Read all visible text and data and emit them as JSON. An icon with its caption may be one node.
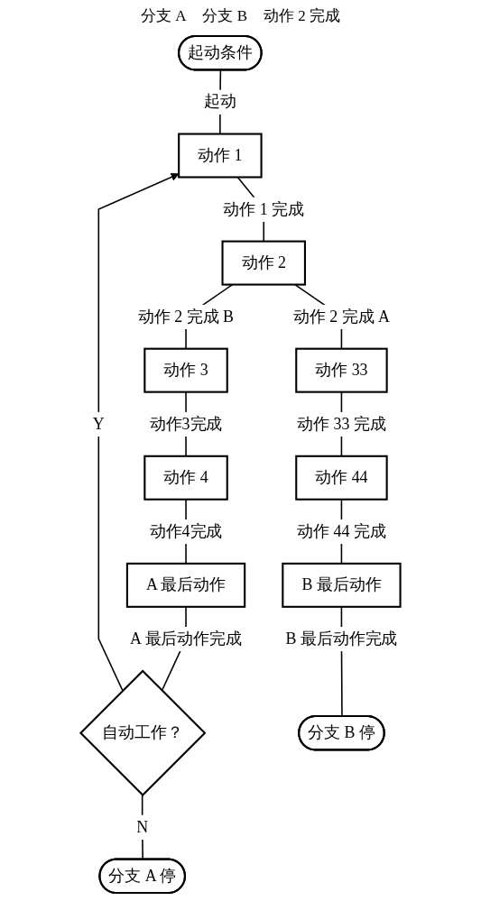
{
  "diagram": {
    "nodes": [
      {
        "text": [
          "起动条件"
        ]
      },
      {
        "text": [
          "动作 1"
        ]
      },
      {
        "text": [
          "动作 2"
        ]
      },
      {
        "text": [
          "动作 3"
        ]
      },
      {
        "text": [
          "动作 33"
        ]
      },
      {
        "text": [
          "动作 4"
        ]
      },
      {
        "text": [
          "动作 44"
        ]
      },
      {
        "text": [
          "A 最后动作"
        ]
      },
      {
        "text": [
          "B 最后动作"
        ]
      },
      {
        "text": [
          "自动工作？"
        ]
      },
      {
        "text": [
          "分支 B 停"
        ]
      },
      {
        "text": [
          "分支 A 停"
        ]
      }
    ],
    "edges": [
      {
        "from": 0,
        "to": 1,
        "arrow": "none",
        "label": "起动"
      },
      {
        "from": 1,
        "to": 2,
        "arrow": "none",
        "label": "动作 1 完成"
      },
      {
        "from": 2,
        "to": 3,
        "arrow": "none",
        "label": "动作 2 完成 B"
      },
      {
        "from": 2,
        "to": 4,
        "arrow": "none",
        "label": "动作 2 完成 A"
      },
      {
        "from": 3,
        "to": 5,
        "arrow": "none",
        "label": "动作3完成"
      },
      {
        "from": 4,
        "to": 6,
        "arrow": "none",
        "label": "动作 33 完成"
      },
      {
        "from": 5,
        "to": 7,
        "arrow": "none",
        "label": "动作4完成"
      },
      {
        "from": 6,
        "to": 8,
        "arrow": "none",
        "label": "动作 44 完成"
      },
      {
        "from": 7,
        "to": 9,
        "arrow": "none",
        "label": "A 最后动作完成"
      },
      {
        "from": 8,
        "to": 10,
        "arrow": "none",
        "label": "B 最后动作完成"
      },
      {
        "from": 9,
        "to": 11,
        "arrow": "none",
        "label": "N"
      },
      {
        "from": 9,
        "to": 1,
        "arrow": "to",
        "label": "Y"
      }
    ],
    "labels": [
      "分支 A",
      "分支 B",
      "动作 2 完成"
    ]
  }
}
